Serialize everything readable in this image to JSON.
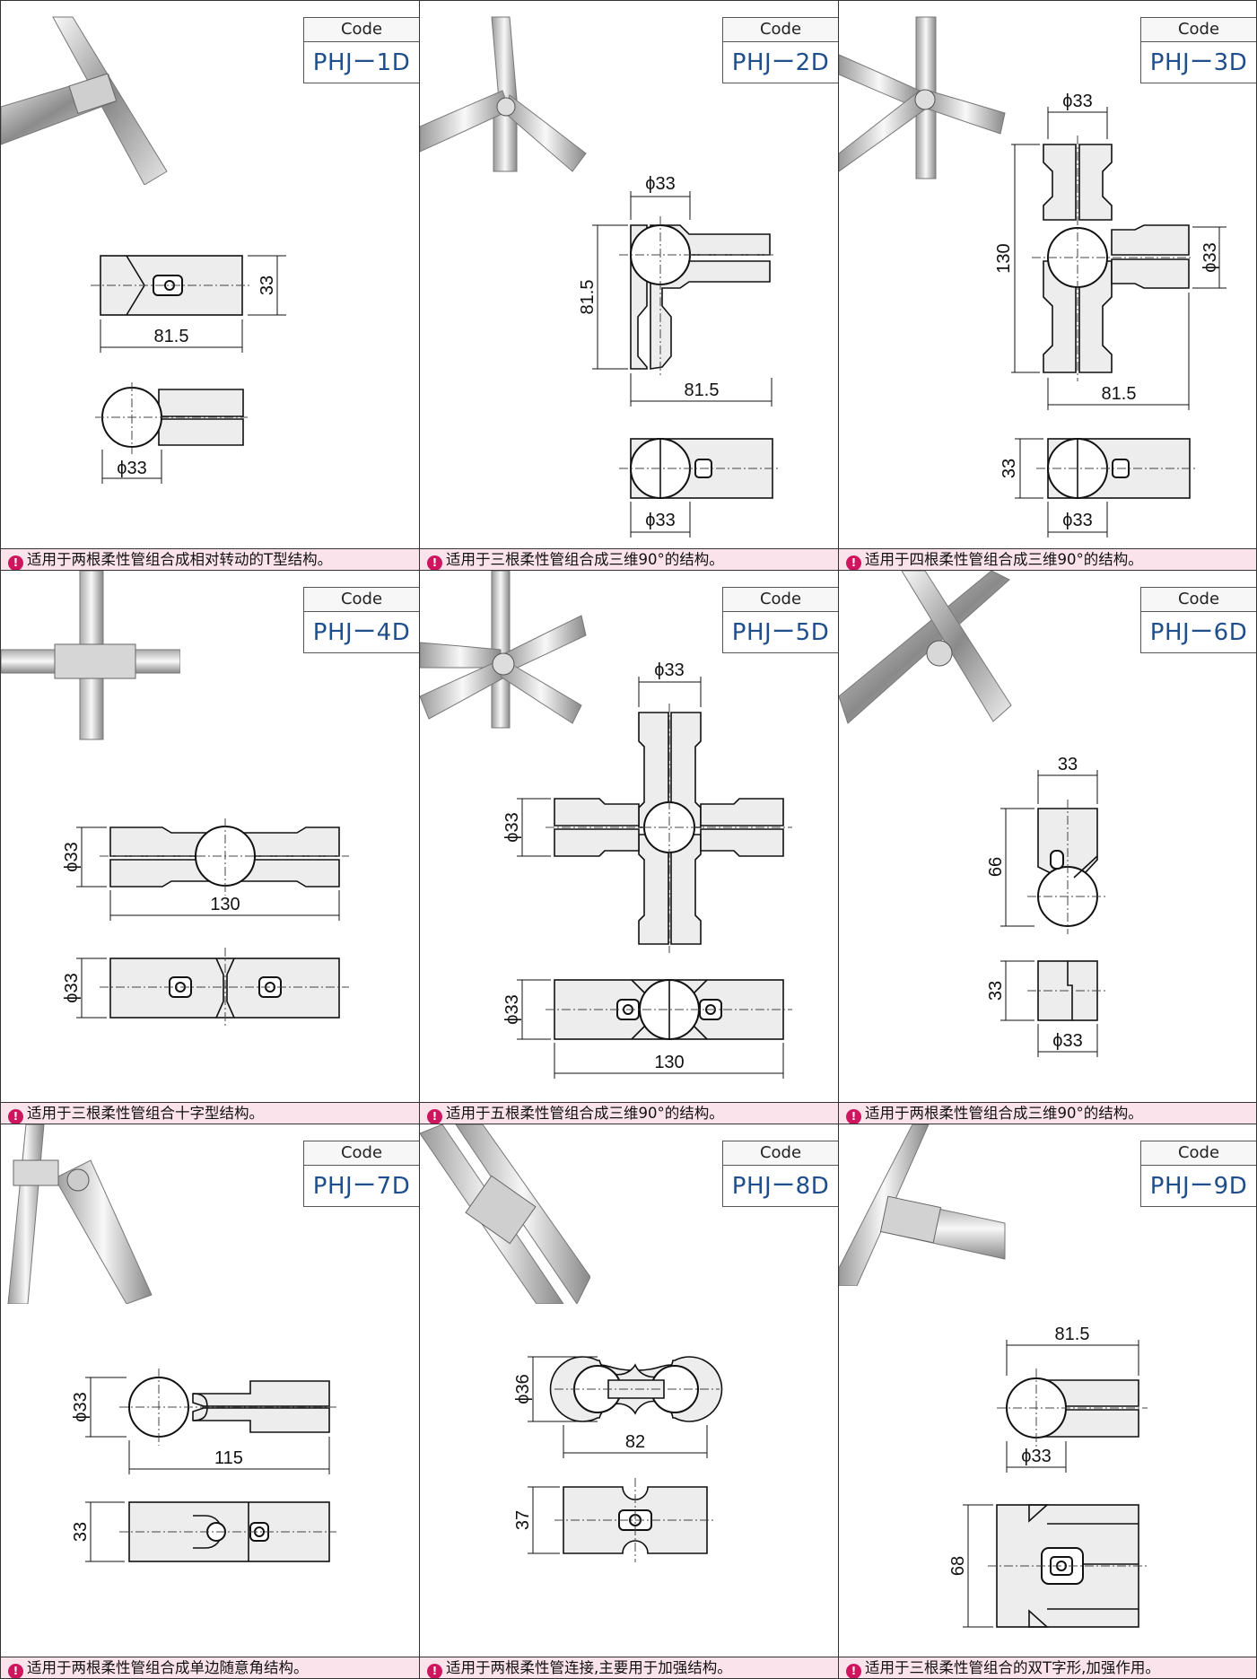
{
  "code_label": "Code",
  "items": [
    {
      "code": "PHJー1D",
      "description": "适用于两根柔性管组合成相对转动的T型结构。",
      "dimensions": [
        "33",
        "81.5",
        "ϕ33"
      ]
    },
    {
      "code": "PHJー2D",
      "description": "适用于三根柔性管组合成三维90°的结构。",
      "dimensions": [
        "ϕ33",
        "81.5",
        "81.5",
        "ϕ33"
      ]
    },
    {
      "code": "PHJー3D",
      "description": "适用于四根柔性管组合成三维90°的结构。",
      "dimensions": [
        "ϕ33",
        "130",
        "ϕ33",
        "81.5",
        "33",
        "ϕ33"
      ]
    },
    {
      "code": "PHJー4D",
      "description": "适用于三根柔性管组合十字型结构。",
      "dimensions": [
        "ϕ33",
        "130",
        "ϕ33"
      ]
    },
    {
      "code": "PHJー5D",
      "description": "适用于五根柔性管组合成三维90°的结构。",
      "dimensions": [
        "ϕ33",
        "ϕ33",
        "ϕ33",
        "130"
      ]
    },
    {
      "code": "PHJー6D",
      "description": "适用于两根柔性管组合成三维90°的结构。",
      "dimensions": [
        "33",
        "66",
        "33",
        "ϕ33"
      ]
    },
    {
      "code": "PHJー7D",
      "description": "适用于两根柔性管组合成单边随意角结构。",
      "dimensions": [
        "ϕ33",
        "115",
        "33"
      ]
    },
    {
      "code": "PHJー8D",
      "description": "适用于两根柔性管连接,主要用于加强结构。",
      "dimensions": [
        "ϕ36",
        "82",
        "37"
      ]
    },
    {
      "code": "PHJー9D",
      "description": "适用于三根柔性管组合的双T字形,加强作用。",
      "dimensions": [
        "81.5",
        "ϕ33",
        "68"
      ]
    }
  ]
}
